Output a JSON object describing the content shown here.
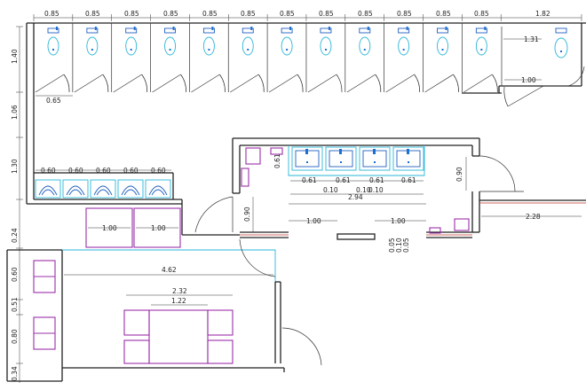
{
  "plan": {
    "top_dims": [
      "0.85",
      "0.85",
      "0.85",
      "0.85",
      "0.85",
      "0.85",
      "0.85",
      "0.85",
      "0.85",
      "0.85",
      "0.85",
      "0.85"
    ],
    "top_last_dim": "1.82",
    "left_dims": [
      "1.40",
      "1.06",
      "1.30",
      "0.24",
      "0.60",
      "0.51",
      "0.80",
      "0.34"
    ],
    "urinal_dims": [
      "0.60",
      "0.60",
      "0.60",
      "0.60",
      "0.60"
    ],
    "labels": {
      "stall_door": "0.65",
      "corner_stall_width": "1.31",
      "corner_door": "1.00",
      "basin_depth": "0.61",
      "basin_widths": [
        "0.61",
        "0.61",
        "0.61",
        "0.61"
      ],
      "basin_gaps": [
        "0.10",
        "0.10",
        "0.10"
      ],
      "basin_total": "2.94",
      "right_door": "0.90",
      "right_wall": "2.28",
      "left_door": "0.90",
      "bench_left": "1.00",
      "bench_right": "1.00",
      "opening_1": "1.00",
      "opening_2": "1.00",
      "small_dims": [
        "0.05",
        "0.10",
        "0.05"
      ],
      "room_width": "4.62",
      "table_outer": "2.32",
      "table_inner": "1.22"
    }
  }
}
